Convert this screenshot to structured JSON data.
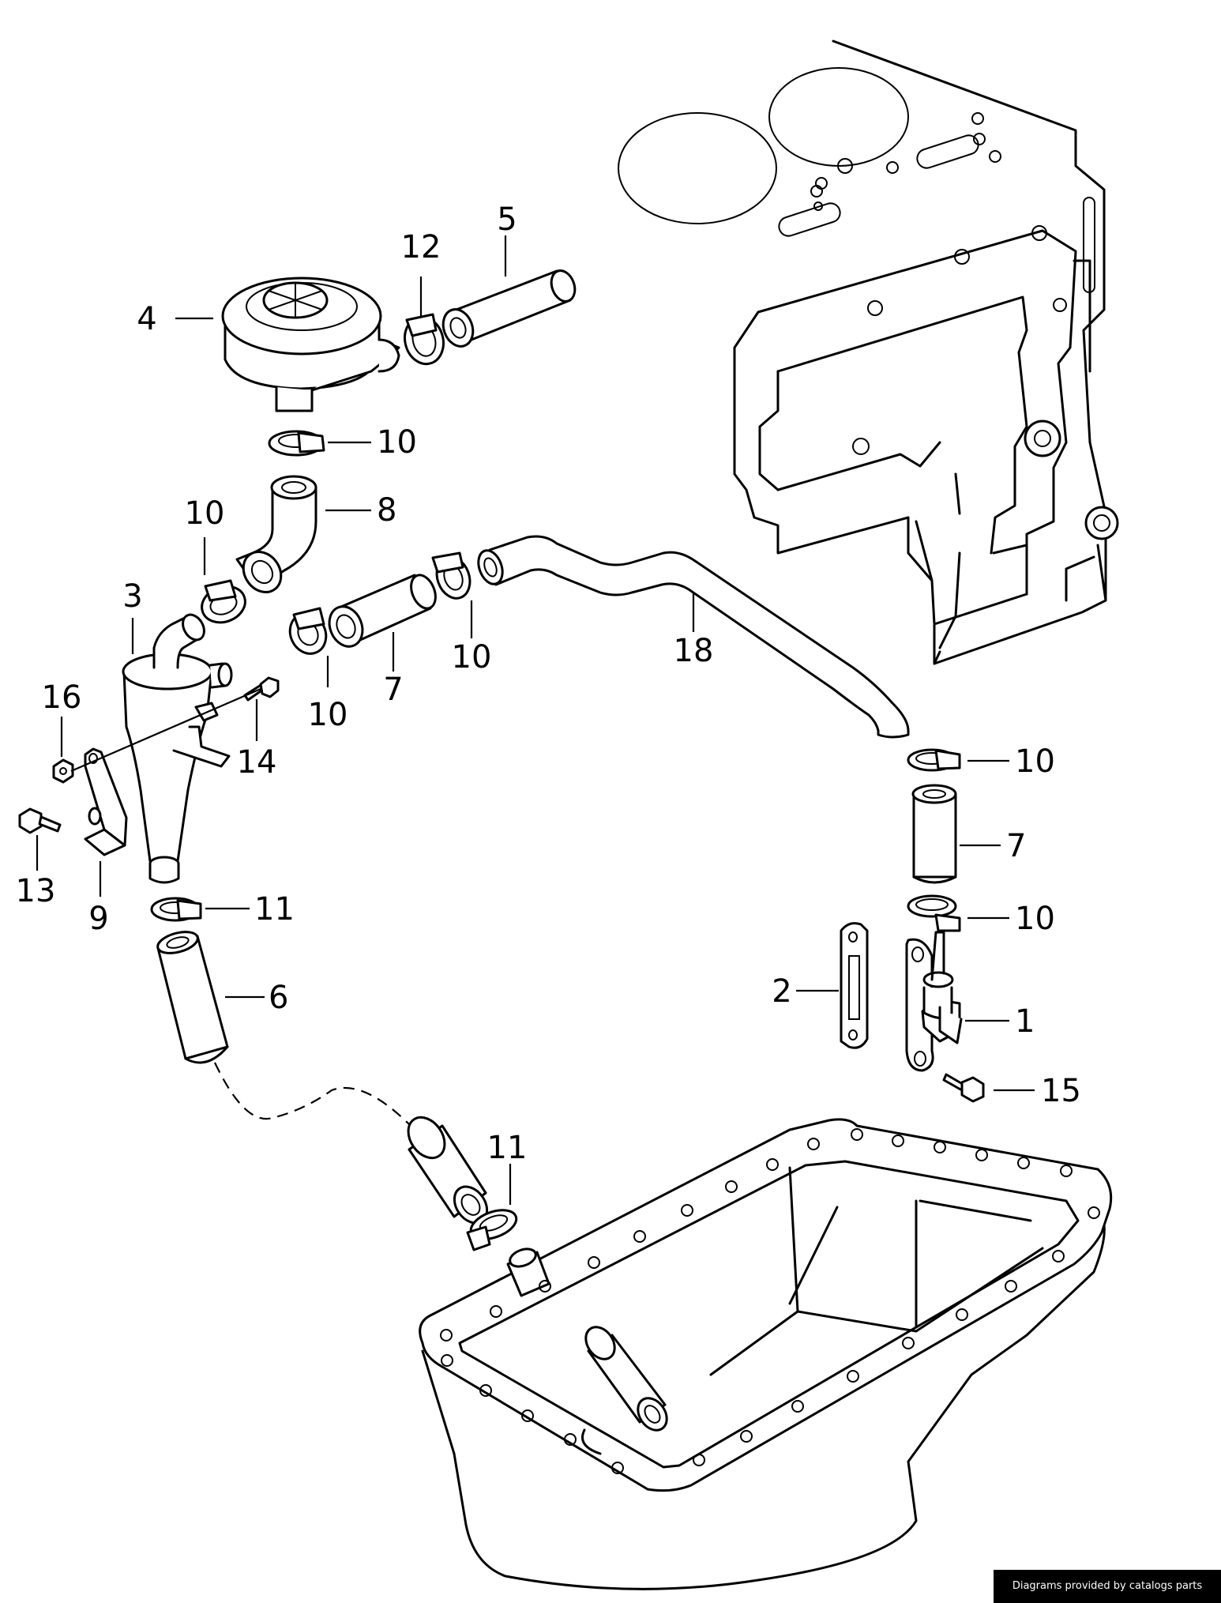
{
  "callouts": [
    {
      "id": "c1",
      "text": "1"
    },
    {
      "id": "c2",
      "text": "2"
    },
    {
      "id": "c3",
      "text": "3"
    },
    {
      "id": "c4",
      "text": "4"
    },
    {
      "id": "c5",
      "text": "5"
    },
    {
      "id": "c6",
      "text": "6"
    },
    {
      "id": "c7a",
      "text": "7"
    },
    {
      "id": "c7b",
      "text": "7"
    },
    {
      "id": "c8",
      "text": "8"
    },
    {
      "id": "c9",
      "text": "9"
    },
    {
      "id": "c10a",
      "text": "10"
    },
    {
      "id": "c10b",
      "text": "10"
    },
    {
      "id": "c10c",
      "text": "10"
    },
    {
      "id": "c10d",
      "text": "10"
    },
    {
      "id": "c10e",
      "text": "10"
    },
    {
      "id": "c10f",
      "text": "10"
    },
    {
      "id": "c11a",
      "text": "11"
    },
    {
      "id": "c11b",
      "text": "11"
    },
    {
      "id": "c12",
      "text": "12"
    },
    {
      "id": "c13",
      "text": "13"
    },
    {
      "id": "c14",
      "text": "14"
    },
    {
      "id": "c15",
      "text": "15"
    },
    {
      "id": "c16",
      "text": "16"
    },
    {
      "id": "c18",
      "text": "18"
    }
  ],
  "footer": {
    "credit": "Diagrams provided by catalogs parts"
  }
}
